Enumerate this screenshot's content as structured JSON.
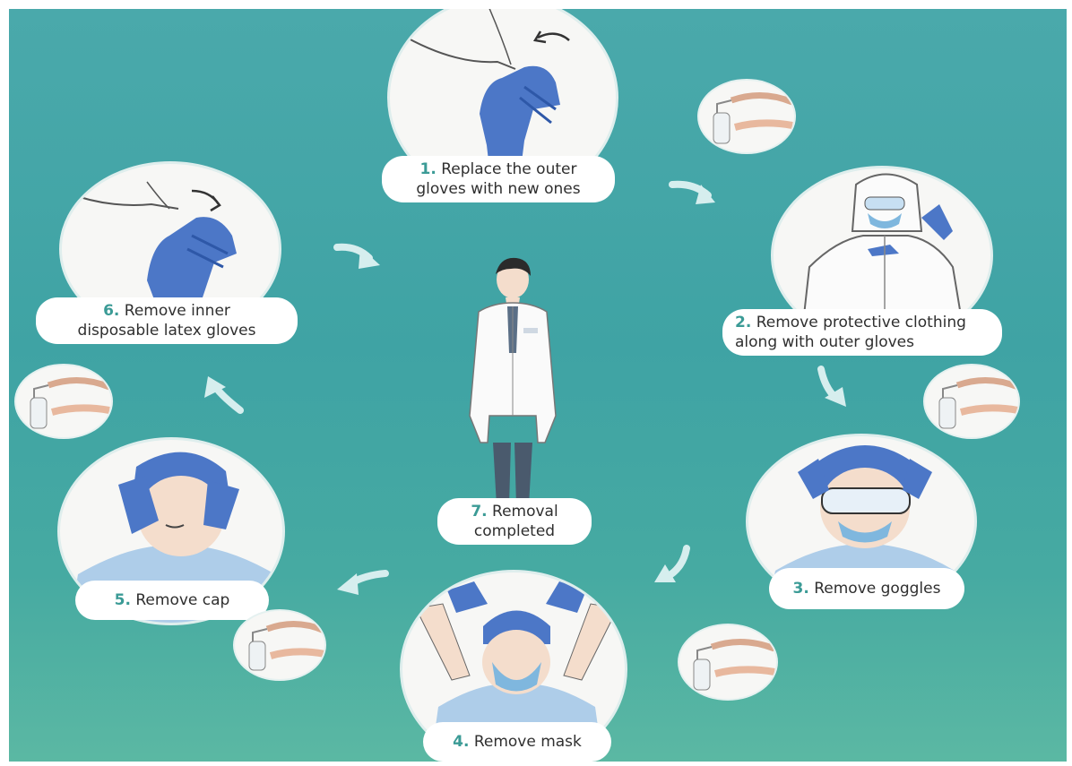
{
  "steps": [
    {
      "num": "1.",
      "line1": "Replace the outer",
      "line2": "gloves with new ones"
    },
    {
      "num": "2.",
      "line1": "Remove protective clothing",
      "line2": "along with outer gloves"
    },
    {
      "num": "3.",
      "line1": "Remove goggles",
      "line2": ""
    },
    {
      "num": "4.",
      "line1": "Remove mask",
      "line2": ""
    },
    {
      "num": "5.",
      "line1": "Remove cap",
      "line2": ""
    },
    {
      "num": "6.",
      "line1": "Remove inner",
      "line2": "disposable latex gloves"
    },
    {
      "num": "7.",
      "line1": "Removal",
      "line2": "completed"
    }
  ],
  "colors": {
    "background": "#45a7a6",
    "glove": "#4c77c7",
    "accent": "#3b9b96"
  },
  "icons": [
    "glove-removal-illustration",
    "protective-clothing-illustration",
    "goggles-illustration",
    "mask-illustration",
    "cap-illustration",
    "hand-sanitizer-icon",
    "arrow-icon",
    "doctor-figure"
  ]
}
